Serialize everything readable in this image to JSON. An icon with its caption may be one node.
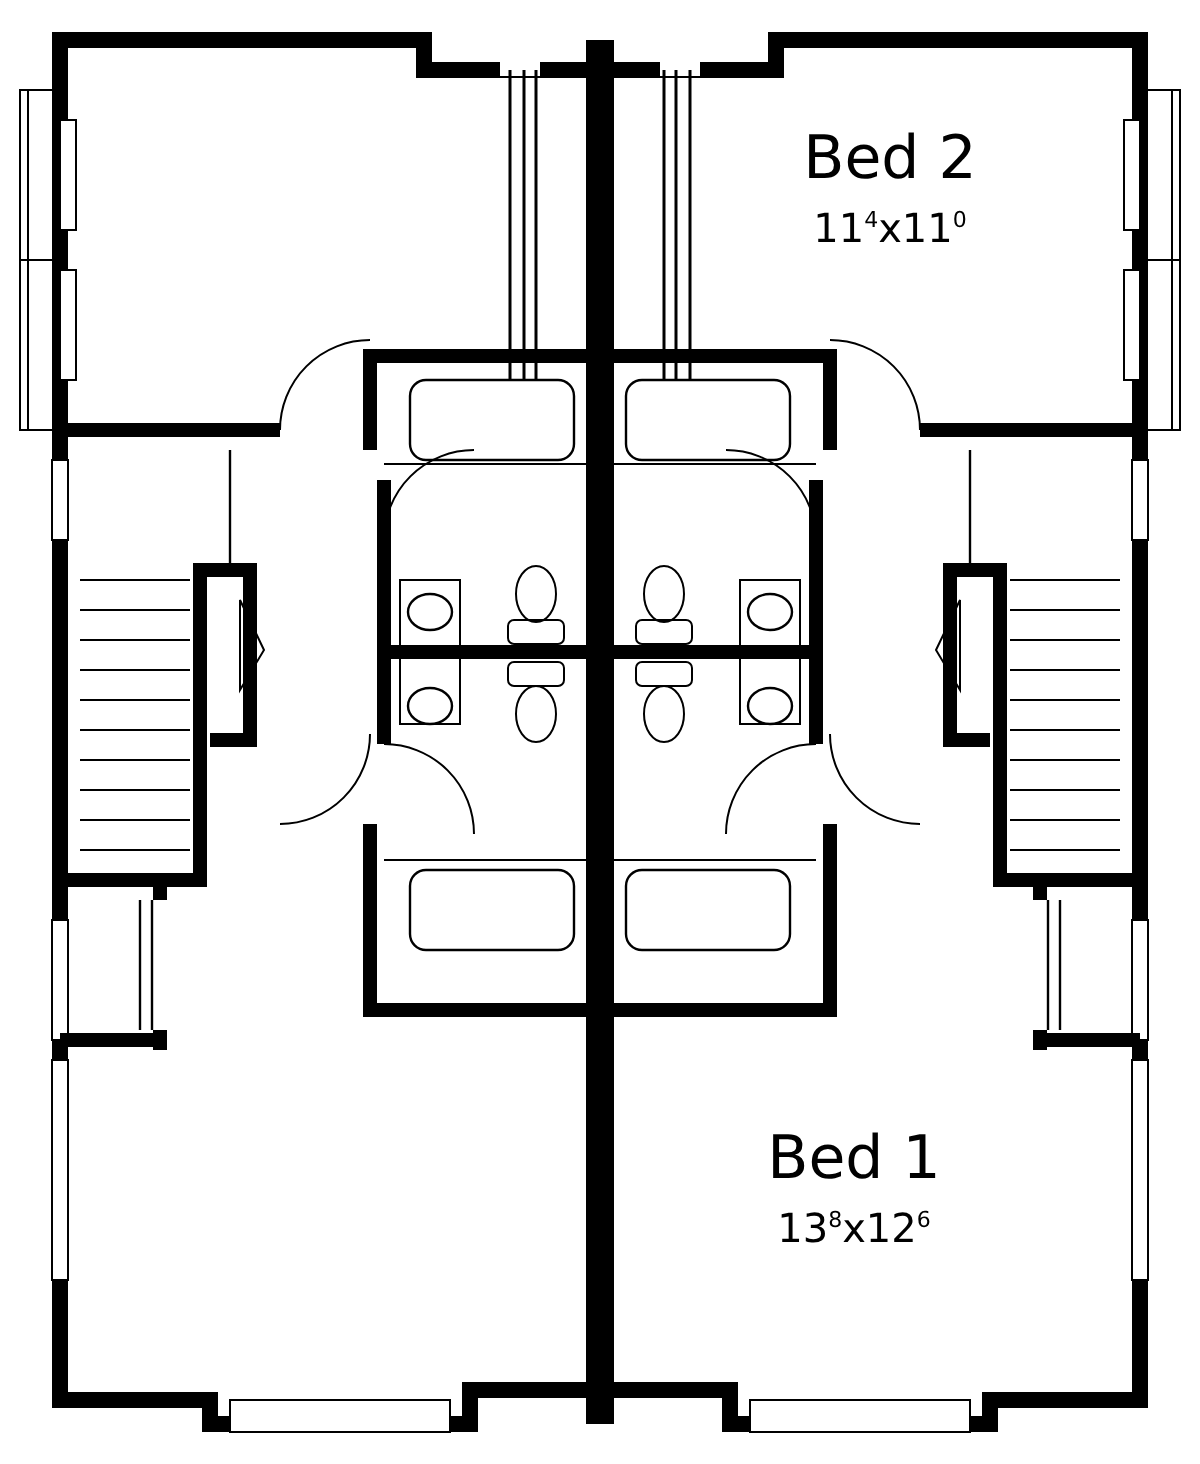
{
  "diagram": {
    "labels": [
      "Bed 2",
      "11$^{4}$x11$^{0}$",
      "Bed 1",
      "13$^{8}$x12$^{6}$"
    ]
  }
}
